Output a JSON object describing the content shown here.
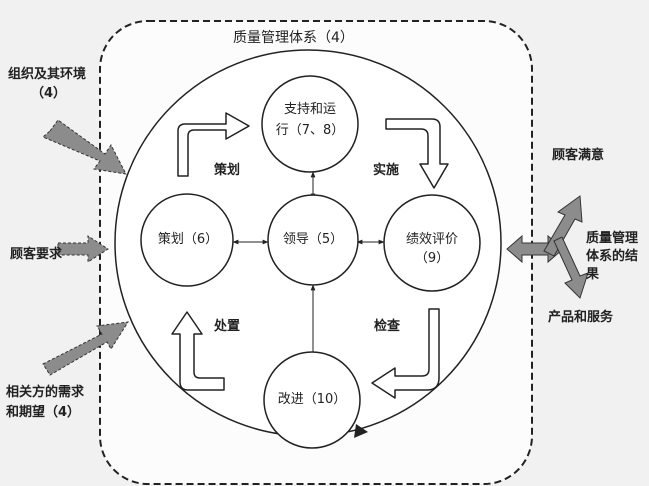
{
  "system_title": "质量管理体系（4）",
  "nodes": {
    "support_1": "支持和运",
    "support_2": "行（7、8）",
    "planning": "策划（6）",
    "leadership": "领导（5）",
    "evaluation_1": "绩效评价",
    "evaluation_2": "（9）",
    "improvement": "改进（10）"
  },
  "cycle": {
    "plan": "策划",
    "do": "实施",
    "check": "检查",
    "act": "处置"
  },
  "inputs": {
    "org_context_1": "组织及其环境",
    "org_context_2": "（4）",
    "customer_requirements": "顾客要求",
    "interested_parties_1": "相关方的需求",
    "interested_parties_2": "和期望（4）"
  },
  "outputs": {
    "customer_satisfaction": "顾客满意",
    "qms_results_1": "质量管理",
    "qms_results_2": "体系的结",
    "qms_results_3": "果",
    "products_services": "产品和服务"
  },
  "colors": {
    "background": "#f1f1f1",
    "arrow_fill": "#8c8c8c",
    "line": "#222222"
  }
}
